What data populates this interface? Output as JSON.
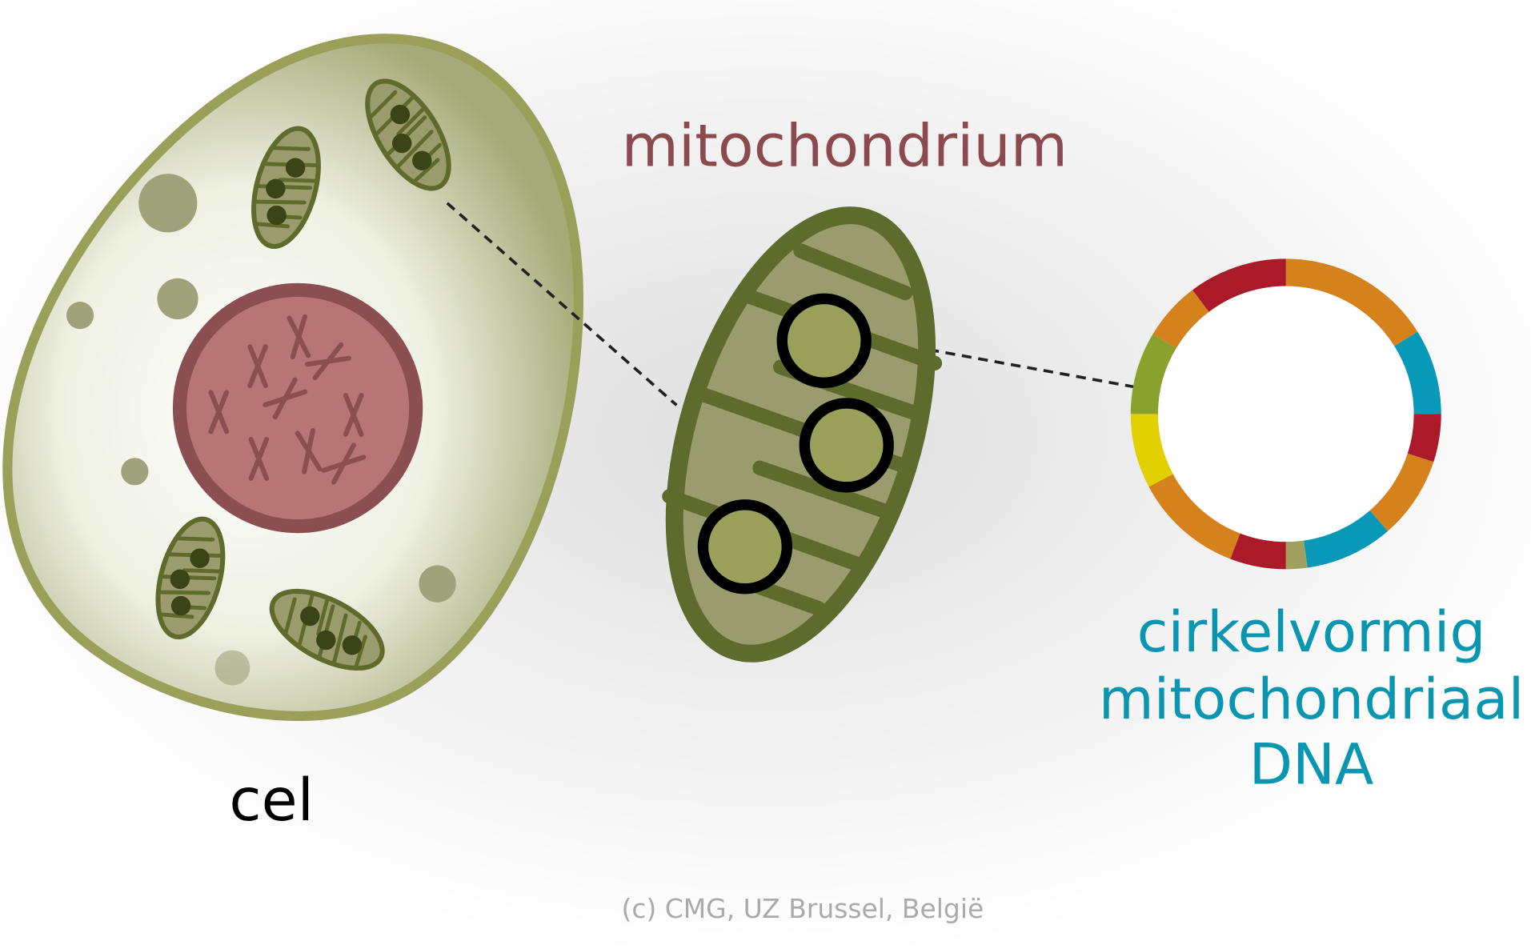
{
  "labels": {
    "cell": "cel",
    "mitochondrion": "mitochondrium",
    "dna_line1": "cirkelvormig",
    "dna_line2": "mitochondriaal",
    "dna_line3": "DNA",
    "copyright": "(c) CMG, UZ Brussel, België"
  },
  "colors": {
    "mito_label": "#8b4a4e",
    "dna_label": "#0a96b0",
    "cell_outline": "#9aa05a",
    "nucleus_fill": "#b87575",
    "nucleus_outline": "#8b4f52",
    "mito_outline": "#5f6b2d",
    "mito_fill": "#9a9c6e"
  },
  "dna_segments": [
    {
      "from": 0,
      "to": 58,
      "color": "#d5811c"
    },
    {
      "from": 58,
      "to": 90,
      "color": "#0899b8"
    },
    {
      "from": 90,
      "to": 108,
      "color": "#ab1a29"
    },
    {
      "from": 108,
      "to": 139,
      "color": "#d5811c"
    },
    {
      "from": 139,
      "to": 172,
      "color": "#0899b8"
    },
    {
      "from": 172,
      "to": 180,
      "color": "#a0a060"
    },
    {
      "from": 180,
      "to": 201,
      "color": "#ab1a29"
    },
    {
      "from": 201,
      "to": 242,
      "color": "#d5811c"
    },
    {
      "from": 242,
      "to": 270,
      "color": "#e2d000"
    },
    {
      "from": 270,
      "to": 301,
      "color": "#8aa12d"
    },
    {
      "from": 301,
      "to": 323,
      "color": "#d5811c"
    },
    {
      "from": 323,
      "to": 360,
      "color": "#ab1a29"
    }
  ]
}
